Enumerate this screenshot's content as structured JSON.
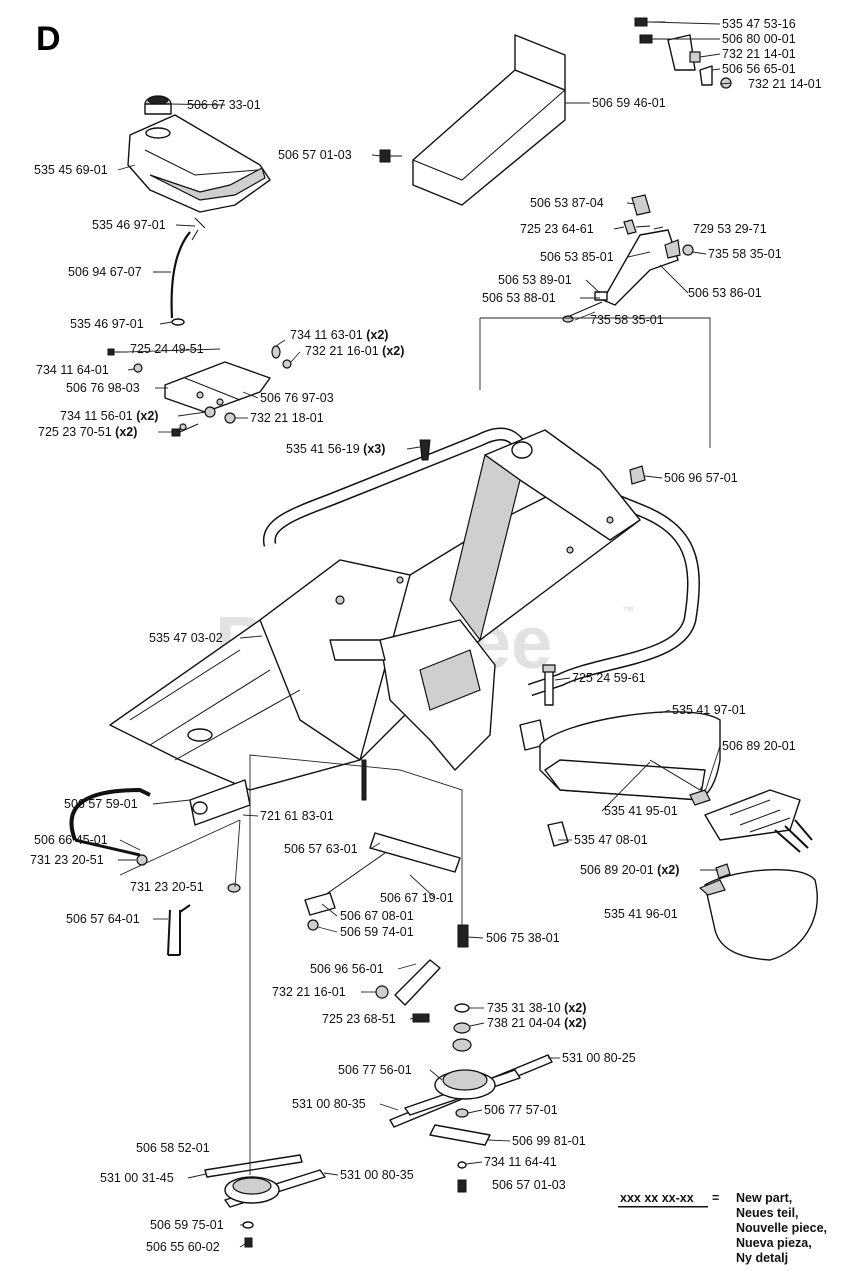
{
  "section_letter": "D",
  "watermark": {
    "text": "PartsTree",
    "trademark": "™"
  },
  "legend": {
    "key": "xxx xx xx-xx",
    "equals": "=",
    "lines": [
      "New part,",
      "Neues teil,",
      "Nouvelle piece,",
      "Nueva pieza,",
      "Ny detalj"
    ]
  },
  "callouts": [
    {
      "part": "535 47 53-16",
      "qty": ""
    },
    {
      "part": "506 80 00-01",
      "qty": ""
    },
    {
      "part": "732 21 14-01",
      "qty": ""
    },
    {
      "part": "506 56 65-01",
      "qty": ""
    },
    {
      "part": "732 21 14-01",
      "qty": ""
    },
    {
      "part": "506 67 33-01",
      "qty": ""
    },
    {
      "part": "506 59 46-01",
      "qty": ""
    },
    {
      "part": "535 45 69-01",
      "qty": ""
    },
    {
      "part": "506 57 01-03",
      "qty": ""
    },
    {
      "part": "506 53 87-04",
      "qty": ""
    },
    {
      "part": "535 46 97-01",
      "qty": ""
    },
    {
      "part": "725 23 64-61",
      "qty": ""
    },
    {
      "part": "729 53 29-71",
      "qty": ""
    },
    {
      "part": "506 94 67-07",
      "qty": ""
    },
    {
      "part": "506 53 85-01",
      "qty": ""
    },
    {
      "part": "735 58 35-01",
      "qty": ""
    },
    {
      "part": "506 53 89-01",
      "qty": ""
    },
    {
      "part": "506 53 86-01",
      "qty": ""
    },
    {
      "part": "506 53 88-01",
      "qty": ""
    },
    {
      "part": "735 58 35-01",
      "qty": ""
    },
    {
      "part": "535 46 97-01",
      "qty": ""
    },
    {
      "part": "734 11 63-01",
      "qty": "(x2)"
    },
    {
      "part": "725 24 49-51",
      "qty": ""
    },
    {
      "part": "732 21 16-01",
      "qty": "(x2)"
    },
    {
      "part": "734 11 64-01",
      "qty": ""
    },
    {
      "part": "506 76 98-03",
      "qty": ""
    },
    {
      "part": "506 76 97-03",
      "qty": ""
    },
    {
      "part": "734 11 56-01",
      "qty": "(x2)"
    },
    {
      "part": "732 21 18-01",
      "qty": ""
    },
    {
      "part": "725 23 70-51",
      "qty": "(x2)"
    },
    {
      "part": "535 41 56-19",
      "qty": "(x3)"
    },
    {
      "part": "506 96 57-01",
      "qty": ""
    },
    {
      "part": "535 47 03-02",
      "qty": ""
    },
    {
      "part": "725 24 59-61",
      "qty": ""
    },
    {
      "part": "535 41 97-01",
      "qty": ""
    },
    {
      "part": "506 89 20-01",
      "qty": ""
    },
    {
      "part": "506 57 59-01",
      "qty": ""
    },
    {
      "part": "535 41 95-01",
      "qty": ""
    },
    {
      "part": "506 66 45-01",
      "qty": ""
    },
    {
      "part": "721 61 83-01",
      "qty": ""
    },
    {
      "part": "731 23 20-51",
      "qty": ""
    },
    {
      "part": "535 47 08-01",
      "qty": ""
    },
    {
      "part": "506 57 63-01",
      "qty": ""
    },
    {
      "part": "506 89 20-01",
      "qty": "(x2)"
    },
    {
      "part": "731 23 20-51",
      "qty": ""
    },
    {
      "part": "506 67 19-01",
      "qty": ""
    },
    {
      "part": "506 57 64-01",
      "qty": ""
    },
    {
      "part": "506 67 08-01",
      "qty": ""
    },
    {
      "part": "535 41 96-01",
      "qty": ""
    },
    {
      "part": "506 59 74-01",
      "qty": ""
    },
    {
      "part": "506 75 38-01",
      "qty": ""
    },
    {
      "part": "506 96 56-01",
      "qty": ""
    },
    {
      "part": "732 21 16-01",
      "qty": ""
    },
    {
      "part": "735 31 38-10",
      "qty": "(x2)"
    },
    {
      "part": "725 23 68-51",
      "qty": ""
    },
    {
      "part": "738 21 04-04",
      "qty": "(x2)"
    },
    {
      "part": "506 77 56-01",
      "qty": ""
    },
    {
      "part": "531 00 80-25",
      "qty": ""
    },
    {
      "part": "531 00 80-35",
      "qty": ""
    },
    {
      "part": "506 77 57-01",
      "qty": ""
    },
    {
      "part": "506 58 52-01",
      "qty": ""
    },
    {
      "part": "506 99 81-01",
      "qty": ""
    },
    {
      "part": "531 00 31-45",
      "qty": ""
    },
    {
      "part": "531 00 80-35",
      "qty": ""
    },
    {
      "part": "734 11 64-41",
      "qty": ""
    },
    {
      "part": "506 57 01-03",
      "qty": ""
    },
    {
      "part": "506 59 75-01",
      "qty": ""
    },
    {
      "part": "506 55 60-02",
      "qty": ""
    }
  ]
}
